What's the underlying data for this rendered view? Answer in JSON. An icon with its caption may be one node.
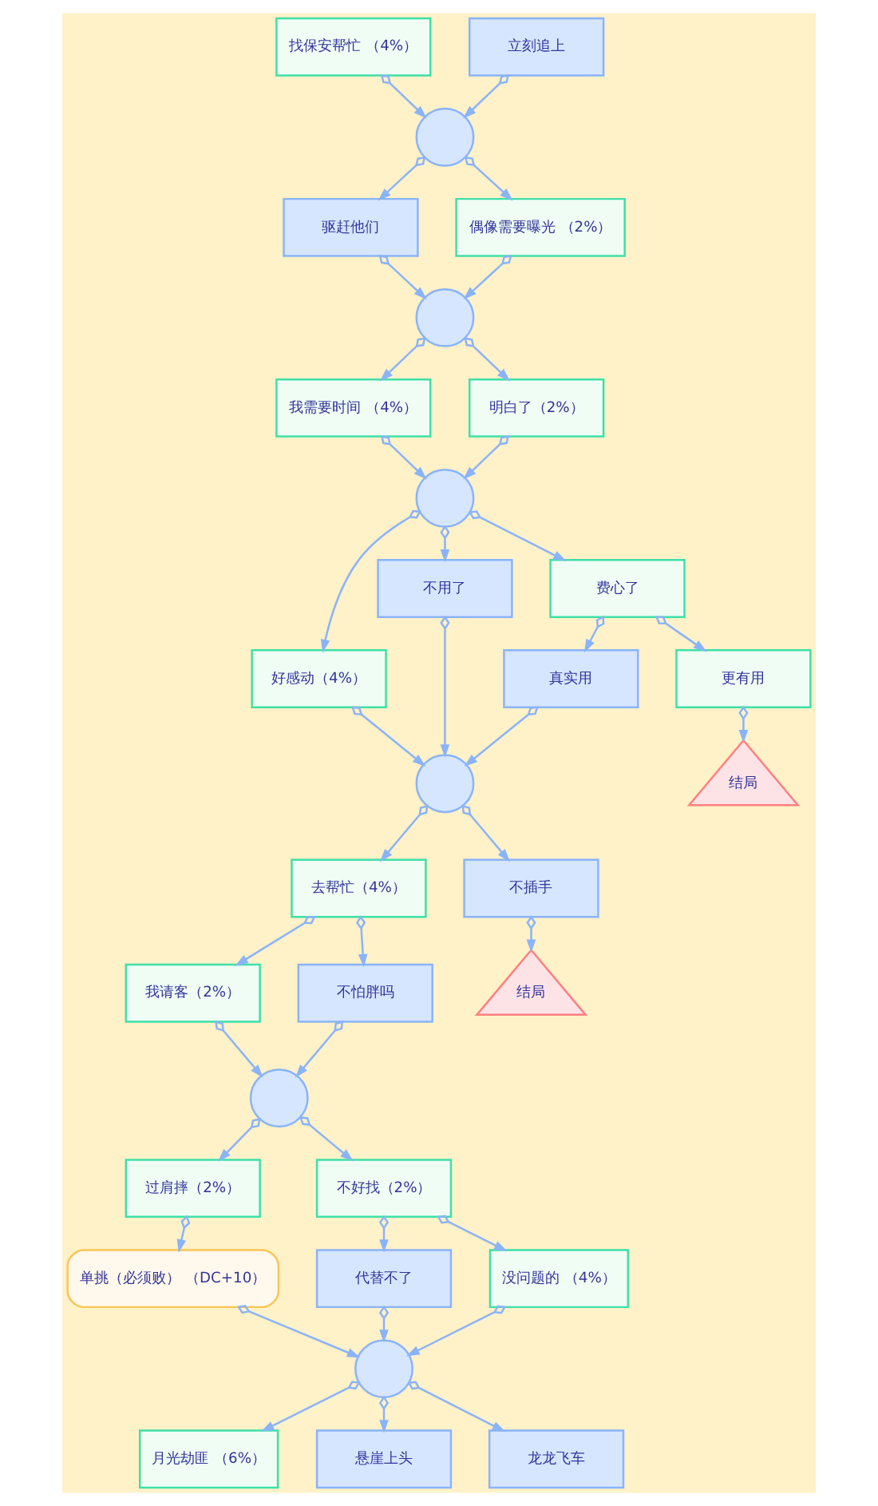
{
  "diagram": {
    "nodes": [
      {
        "text": [
          "找保安帮忙 （4%）"
        ]
      },
      {
        "text": [
          "立刻追上"
        ]
      },
      {
        "text": [],
        "shape": "circle"
      },
      {
        "text": [
          "驱赶他们"
        ]
      },
      {
        "text": [
          "偶像需要曝光 （2%）"
        ]
      },
      {
        "text": [],
        "shape": "circle"
      },
      {
        "text": [
          "我需要时间 （4%）"
        ]
      },
      {
        "text": [
          "明白了（2%）"
        ]
      },
      {
        "text": [],
        "shape": "circle"
      },
      {
        "text": [
          "好感动（4%）"
        ]
      },
      {
        "text": [
          "费心了"
        ]
      },
      {
        "text": [
          "不用了"
        ]
      },
      {
        "text": [
          "真实用"
        ]
      },
      {
        "text": [
          "更有用"
        ]
      },
      {
        "text": [
          "结局"
        ]
      },
      {
        "text": [],
        "shape": "circle"
      },
      {
        "text": [
          "去帮忙（4%）"
        ]
      },
      {
        "text": [
          "不插手"
        ]
      },
      {
        "text": [
          "结局"
        ]
      },
      {
        "text": [
          "我请客（2%）"
        ]
      },
      {
        "text": [
          "不怕胖吗"
        ]
      },
      {
        "text": [],
        "shape": "circle"
      },
      {
        "text": [
          "过肩摔（2%）"
        ]
      },
      {
        "text": [
          "不好找（2%）"
        ]
      },
      {
        "text": [
          "单挑（必须败） （DC+10）"
        ]
      },
      {
        "text": [
          "没问题的 （4%）"
        ]
      },
      {
        "text": [
          "代替不了"
        ]
      },
      {
        "text": [],
        "shape": "circle"
      },
      {
        "text": [
          "月光劫匪 （6%）"
        ]
      },
      {
        "text": [
          "悬崖上头"
        ]
      },
      {
        "text": [
          "龙龙飞车"
        ]
      }
    ],
    "edges": [
      {
        "from": 0,
        "to": 2,
        "arrow": "to"
      },
      {
        "from": 1,
        "to": 2,
        "arrow": "to"
      },
      {
        "from": 2,
        "to": 3,
        "arrow": "to"
      },
      {
        "from": 2,
        "to": 4,
        "arrow": "to"
      },
      {
        "from": 3,
        "to": 5,
        "arrow": "to"
      },
      {
        "from": 4,
        "to": 5,
        "arrow": "to"
      },
      {
        "from": 5,
        "to": 6,
        "arrow": "to"
      },
      {
        "from": 5,
        "to": 7,
        "arrow": "to"
      },
      {
        "from": 6,
        "to": 8,
        "arrow": "to"
      },
      {
        "from": 7,
        "to": 8,
        "arrow": "to"
      },
      {
        "from": 8,
        "to": 9,
        "arrow": "to"
      },
      {
        "from": 8,
        "to": 10,
        "arrow": "to"
      },
      {
        "from": 8,
        "to": 11,
        "arrow": "to"
      },
      {
        "from": 10,
        "to": 12,
        "arrow": "to"
      },
      {
        "from": 10,
        "to": 13,
        "arrow": "to"
      },
      {
        "from": 13,
        "to": 14,
        "arrow": "to"
      },
      {
        "from": 9,
        "to": 15,
        "arrow": "to"
      },
      {
        "from": 12,
        "to": 15,
        "arrow": "to"
      },
      {
        "from": 11,
        "to": 15,
        "arrow": "to"
      },
      {
        "from": 15,
        "to": 16,
        "arrow": "to"
      },
      {
        "from": 15,
        "to": 17,
        "arrow": "to"
      },
      {
        "from": 17,
        "to": 18,
        "arrow": "to"
      },
      {
        "from": 16,
        "to": 19,
        "arrow": "to"
      },
      {
        "from": 16,
        "to": 20,
        "arrow": "to"
      },
      {
        "from": 19,
        "to": 21,
        "arrow": "to"
      },
      {
        "from": 20,
        "to": 21,
        "arrow": "to"
      },
      {
        "from": 21,
        "to": 22,
        "arrow": "to"
      },
      {
        "from": 21,
        "to": 23,
        "arrow": "to"
      },
      {
        "from": 22,
        "to": 24,
        "arrow": "to"
      },
      {
        "from": 23,
        "to": 25,
        "arrow": "to"
      },
      {
        "from": 23,
        "to": 26,
        "arrow": "to"
      },
      {
        "from": 24,
        "to": 27,
        "arrow": "to"
      },
      {
        "from": 25,
        "to": 27,
        "arrow": "to"
      },
      {
        "from": 26,
        "to": 27,
        "arrow": "to"
      },
      {
        "from": 27,
        "to": 28,
        "arrow": "to"
      },
      {
        "from": 27,
        "to": 29,
        "arrow": "to"
      },
      {
        "from": 27,
        "to": 30,
        "arrow": "to"
      }
    ]
  }
}
